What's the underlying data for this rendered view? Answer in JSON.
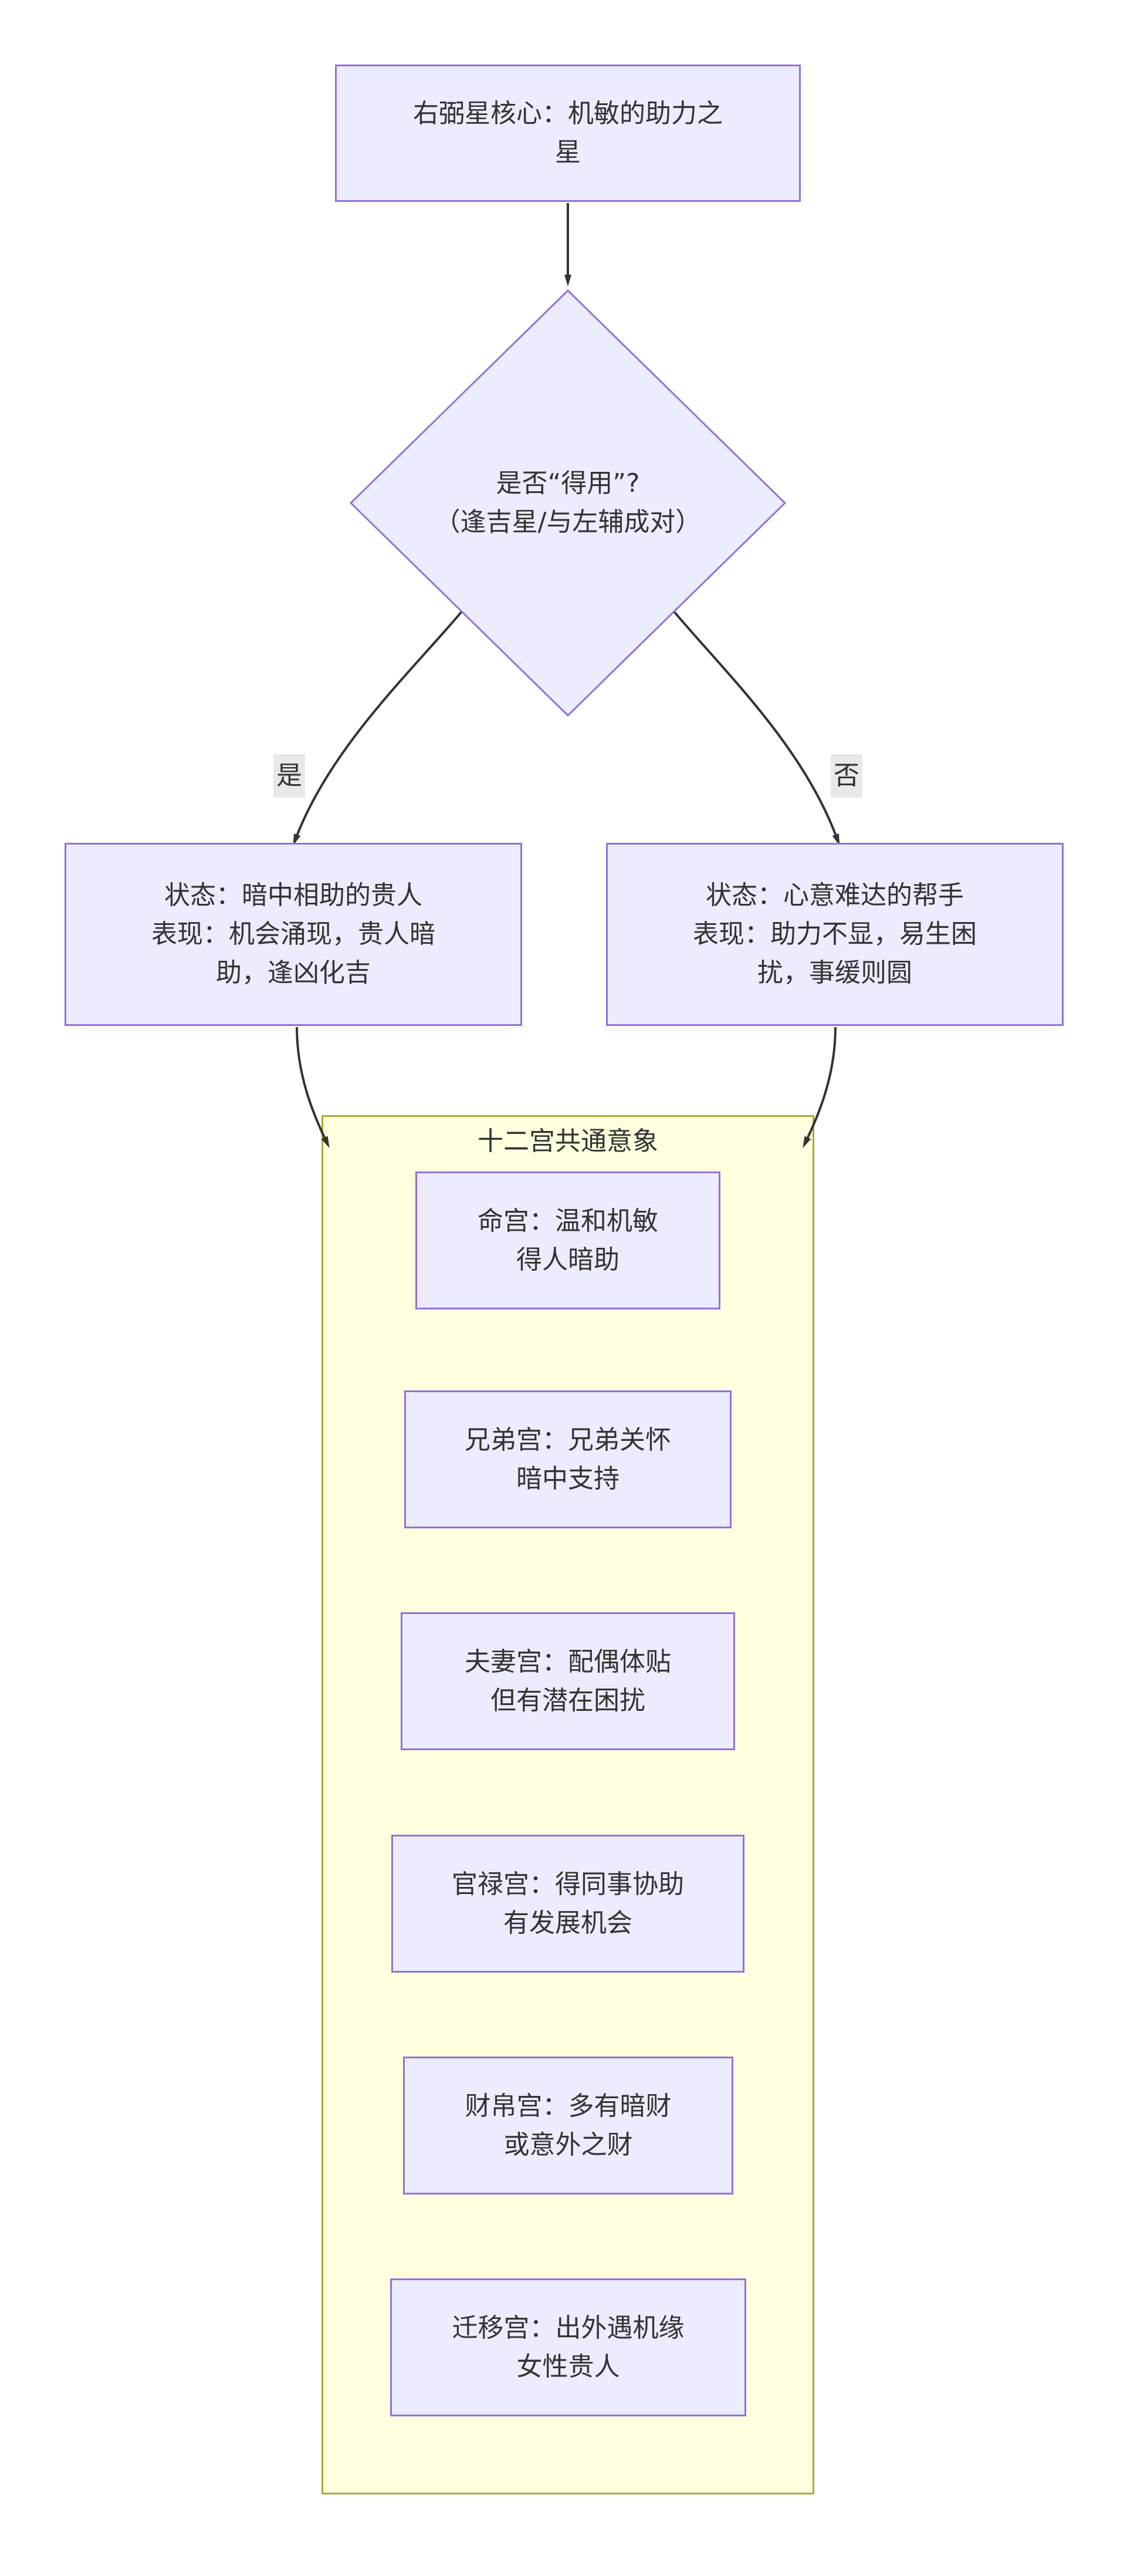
{
  "diagram_type": "flowchart",
  "colors": {
    "node_fill": "#ECECFF",
    "node_border": "#9370DB",
    "cluster_fill": "#FFFFDE",
    "cluster_border": "#AAAA33",
    "edge_color": "#333333",
    "edge_label_bg": "#E8E8E8",
    "text_color": "#333333",
    "background": "#FFFFFF"
  },
  "nodes": {
    "root": {
      "lines": [
        "右弼星核心：机敏的助力之",
        "星"
      ]
    },
    "decision": {
      "lines": [
        "是否“得用”?",
        "（逢吉星/与左辅成对）"
      ]
    },
    "yes_outcome": {
      "lines": [
        "状态：暗中相助的贵人",
        "表现：机会涌现，贵人暗",
        "助，逢凶化吉"
      ]
    },
    "no_outcome": {
      "lines": [
        "状态：心意难达的帮手",
        "表现：助力不显，易生困",
        "扰，事缓则圆"
      ]
    }
  },
  "edges": {
    "yes_label": "是",
    "no_label": "否"
  },
  "cluster": {
    "title": "十二宫共通意象",
    "palaces": [
      {
        "lines": [
          "命宫：温和机敏",
          "得人暗助"
        ]
      },
      {
        "lines": [
          "兄弟宫：兄弟关怀",
          "暗中支持"
        ]
      },
      {
        "lines": [
          "夫妻宫：配偶体贴",
          "但有潜在困扰"
        ]
      },
      {
        "lines": [
          "官禄宫：得同事协助",
          "有发展机会"
        ]
      },
      {
        "lines": [
          "财帛宫：多有暗财",
          "或意外之财"
        ]
      },
      {
        "lines": [
          "迁移宫：出外遇机缘",
          "女性贵人"
        ]
      }
    ]
  }
}
